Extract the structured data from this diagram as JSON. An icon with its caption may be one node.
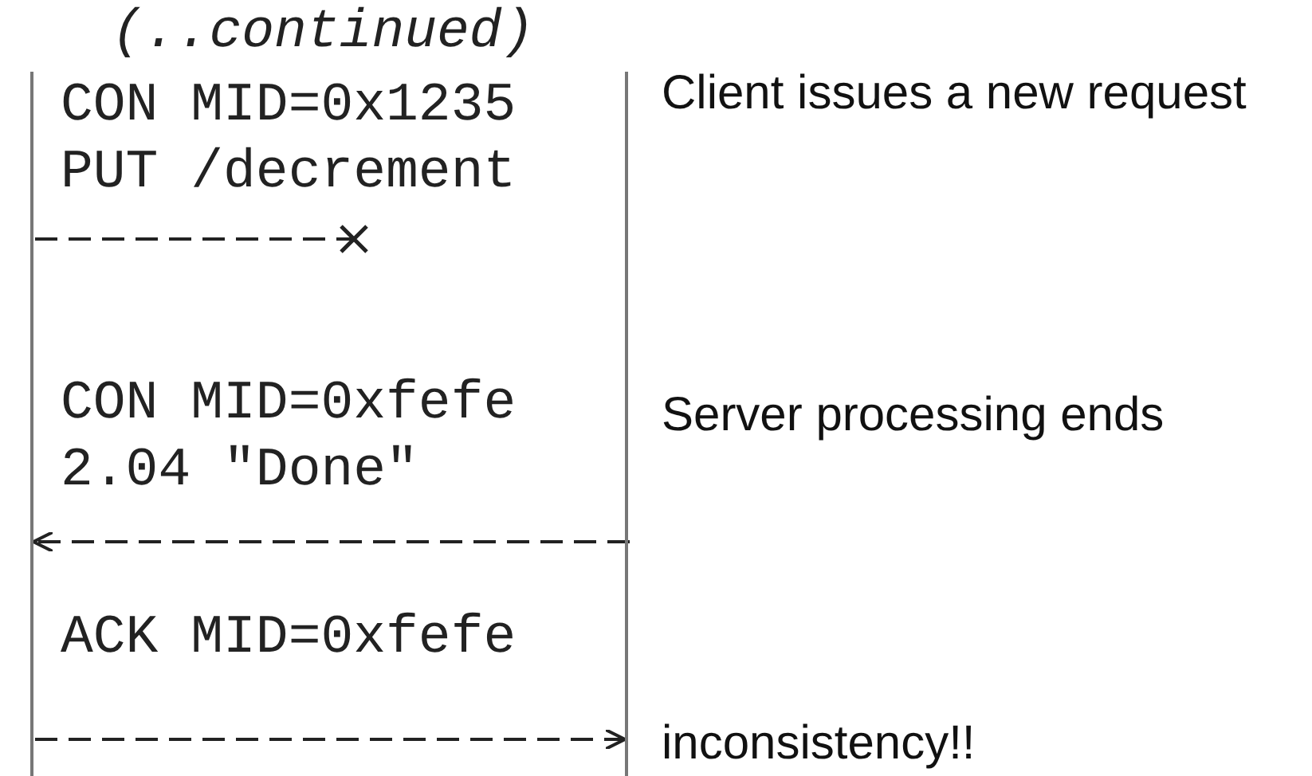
{
  "diagram": {
    "title": "(..continued)",
    "nodes": [
      {
        "text": [],
        "shape": "bar"
      },
      {
        "text": [],
        "shape": "bar"
      }
    ],
    "edges": [
      {
        "from": 0,
        "to": null,
        "arrow": "to",
        "label": "CON MID=0x1235 PUT /decrement"
      },
      {
        "from": 1,
        "to": 0,
        "arrow": "to",
        "label": "CON MID=0xfefe 2.04 \"Done\""
      },
      {
        "from": 0,
        "to": 1,
        "arrow": "to",
        "label": "ACK MID=0xfefe"
      }
    ],
    "labels": [
      "Client issues a new request",
      "Server processing ends",
      "inconsistency!!"
    ]
  }
}
